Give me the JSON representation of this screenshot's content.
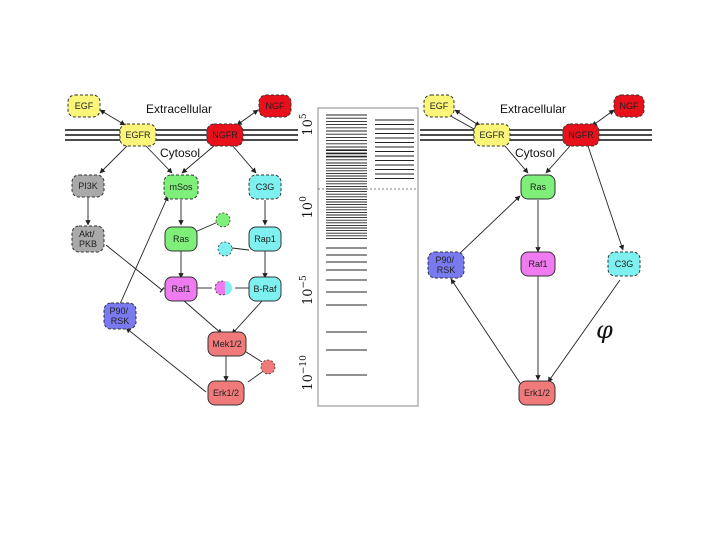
{
  "colors": {
    "yellow": "#fbf57a",
    "red": "#e8101a",
    "gray": "#a9a9a9",
    "green": "#7ef07a",
    "cyan": "#7ef0f0",
    "magenta": "#f07af0",
    "salmon": "#f07a7a",
    "blue": "#7a7af0"
  },
  "left_network": {
    "region_extracellular": "Extracellular",
    "region_cytosol": "Cytosol",
    "nodes": {
      "egf": "EGF",
      "ngf": "NGF",
      "egfr": "EGFR",
      "ngfr": "NGFR",
      "pi3k": "PI3K",
      "msos": "mSos",
      "c3g": "C3G",
      "akt": "Akt/\nPKB",
      "ras": "Ras",
      "rap1": "Rap1",
      "raf1": "Raf1",
      "braf": "B-Raf",
      "p90rsk": "P90/\nRSK",
      "mek": "Mek1/2",
      "erk": "Erk1/2"
    }
  },
  "spectrum": {
    "tick_labels": [
      "10^5",
      "10^0",
      "10^-5",
      "10^-10"
    ],
    "tick_exponents": [
      5,
      0,
      -5,
      -10
    ],
    "range": [
      -12,
      6
    ]
  },
  "right_network": {
    "region_extracellular": "Extracellular",
    "region_cytosol": "Cytosol",
    "nodes": {
      "egf": "EGF",
      "ngf": "NGF",
      "egfr": "EGFR",
      "ngfr": "NGFR",
      "ras": "Ras",
      "p90rsk": "P90/\nRSK",
      "raf1": "Raf1",
      "c3g": "C3G",
      "erk": "Erk1/2"
    },
    "phi_label": "φ"
  }
}
